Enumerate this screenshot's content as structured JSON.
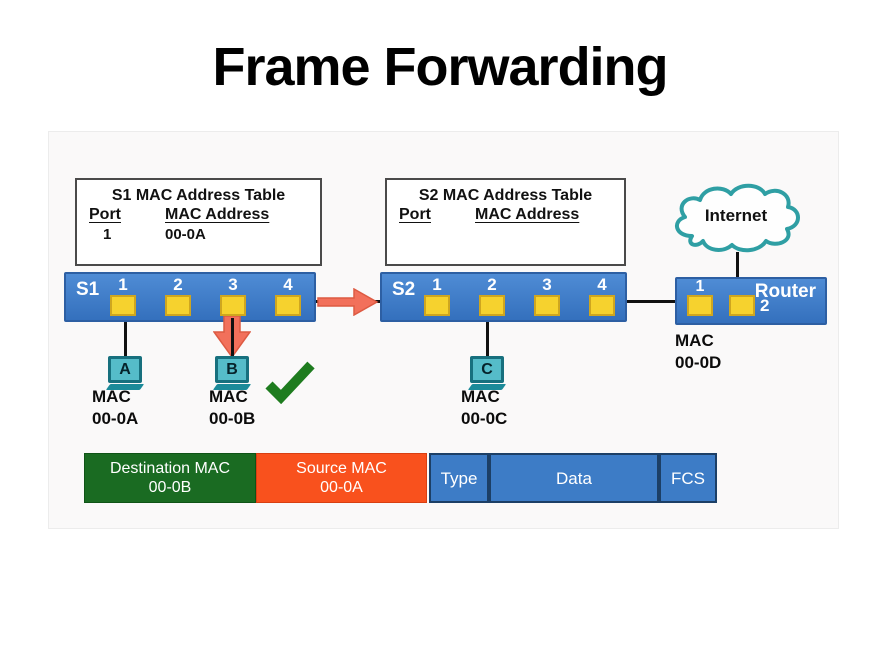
{
  "title": "Frame Forwarding",
  "s1_table": {
    "title": "S1 MAC Address Table",
    "headers": {
      "port": "Port",
      "mac": "MAC Address"
    },
    "rows": [
      {
        "port": "1",
        "mac": "00-0A"
      }
    ]
  },
  "s2_table": {
    "title": "S2 MAC Address Table",
    "headers": {
      "port": "Port",
      "mac": "MAC Address"
    },
    "rows": []
  },
  "cloud": {
    "label": "Internet"
  },
  "s1_switch": {
    "label": "S1",
    "ports": [
      "1",
      "2",
      "3",
      "4"
    ]
  },
  "s2_switch": {
    "label": "S2",
    "ports": [
      "1",
      "2",
      "3",
      "4"
    ]
  },
  "router": {
    "label": "Router",
    "ports": [
      "1",
      "2"
    ],
    "mac": [
      "MAC",
      "00-0D"
    ]
  },
  "hosts": [
    {
      "letter": "A",
      "mac": [
        "MAC",
        "00-0A"
      ]
    },
    {
      "letter": "B",
      "mac": [
        "MAC",
        "00-0B"
      ]
    },
    {
      "letter": "C",
      "mac": [
        "MAC",
        "00-0C"
      ]
    }
  ],
  "frame": {
    "fields": [
      {
        "label": "Destination MAC",
        "value": "00-0B",
        "color": "#1a6b22"
      },
      {
        "label": "Source MAC",
        "value": "00-0A",
        "color": "#f9511d"
      },
      {
        "label": "Type",
        "value": "",
        "color": "#3d7cc6"
      },
      {
        "label": "Data",
        "value": "",
        "color": "#3d7cc6"
      },
      {
        "label": "FCS",
        "value": "",
        "color": "#3d7cc6"
      }
    ]
  },
  "colors": {
    "switch_blue": "#3c79c4",
    "port_yellow": "#f6d22e",
    "arrow_salmon": "#f2705b",
    "cloud_teal": "#2f9fa4",
    "check_green": "#1e7c1f",
    "pc_teal": "#3aa9b8",
    "frame_green": "#1a6b22",
    "frame_orange": "#f9511d",
    "frame_blue": "#3d7cc6"
  }
}
